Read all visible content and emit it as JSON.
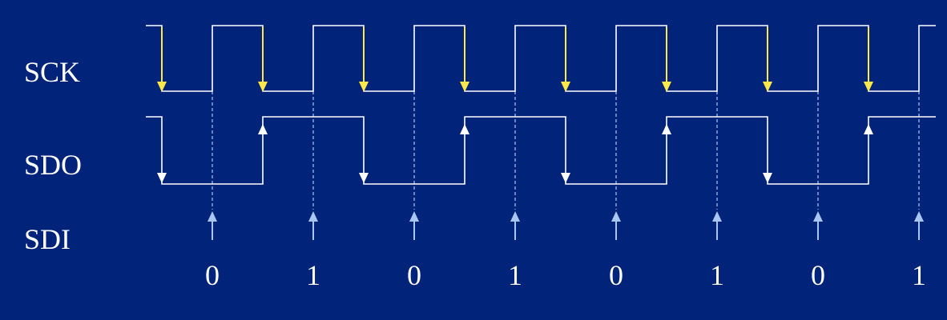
{
  "signals": {
    "sck_label": "SCK",
    "sdo_label": "SDO",
    "sdi_label": "SDI"
  },
  "sdi_bits": [
    "0",
    "1",
    "0",
    "1",
    "0",
    "1",
    "0",
    "1"
  ],
  "colors": {
    "background": "#01237a",
    "waveform": "#ffffff",
    "sck_edge_arrow": "#ffe84a",
    "sdo_edge_arrow": "#ffffff",
    "sdi_sample_arrow": "#a9c6f2",
    "sample_line": "#a9c6f2"
  }
}
